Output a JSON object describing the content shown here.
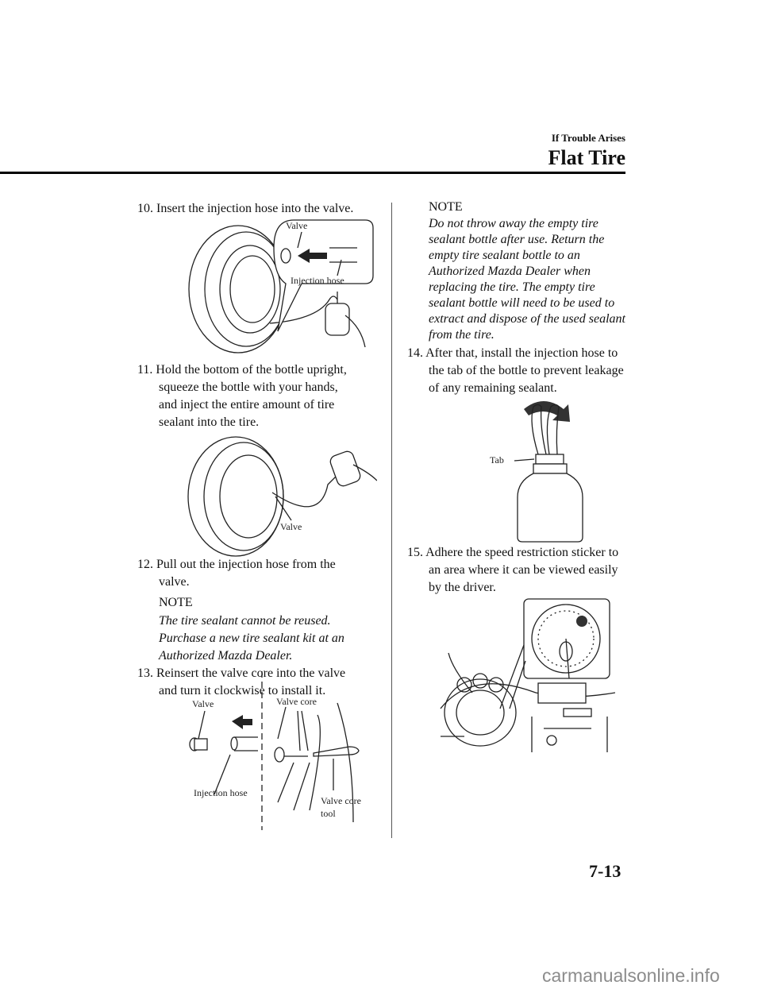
{
  "header": {
    "section": "If Trouble Arises",
    "title": "Flat Tire"
  },
  "steps": [
    {
      "lines": [
        "10. Insert the injection hose into the valve."
      ]
    },
    {
      "lines": [
        "11. Hold the bottom of the bottle upright,",
        "squeeze the bottle with your hands,",
        "and inject the entire amount of tire",
        "sealant into the tire."
      ]
    },
    {
      "lines": [
        "12. Pull out the injection hose from the",
        "valve."
      ]
    },
    {
      "lines": [
        "13. Reinsert the valve core into the valve",
        "and turn it clockwise to install it."
      ]
    },
    {
      "lines": [
        "14. After that, install the injection hose to",
        "the tab of the bottle to prevent leakage",
        "of any remaining sealant."
      ]
    },
    {
      "lines": [
        "15. Adhere the speed restriction sticker to",
        "an area where it can be viewed easily",
        "by the driver."
      ]
    }
  ],
  "notes": [
    {
      "heading": "NOTE",
      "lines": [
        "The tire sealant cannot be reused.",
        "Purchase a new tire sealant kit at an",
        "Authorized Mazda Dealer."
      ]
    },
    {
      "heading": "NOTE",
      "lines": [
        "Do not throw away the empty tire",
        "sealant bottle after use. Return the",
        "empty tire sealant bottle to an",
        "Authorized Mazda Dealer when",
        "replacing the tire. The empty tire",
        "sealant bottle will need to be used to",
        "extract and dispose of the used sealant",
        "from the tire."
      ]
    }
  ],
  "figures": {
    "fig1": {
      "valve": "Valve",
      "hose": "Injection hose"
    },
    "fig2": {
      "valve": "Valve"
    },
    "fig3": {
      "valve": "Valve",
      "core": "Valve core",
      "hose": "Injection hose",
      "tool_line1": "Valve core",
      "tool_line2": "tool"
    },
    "fig4": {
      "tab": "Tab"
    }
  },
  "page_number": "7-13",
  "watermark": "carmanualsonline.info"
}
